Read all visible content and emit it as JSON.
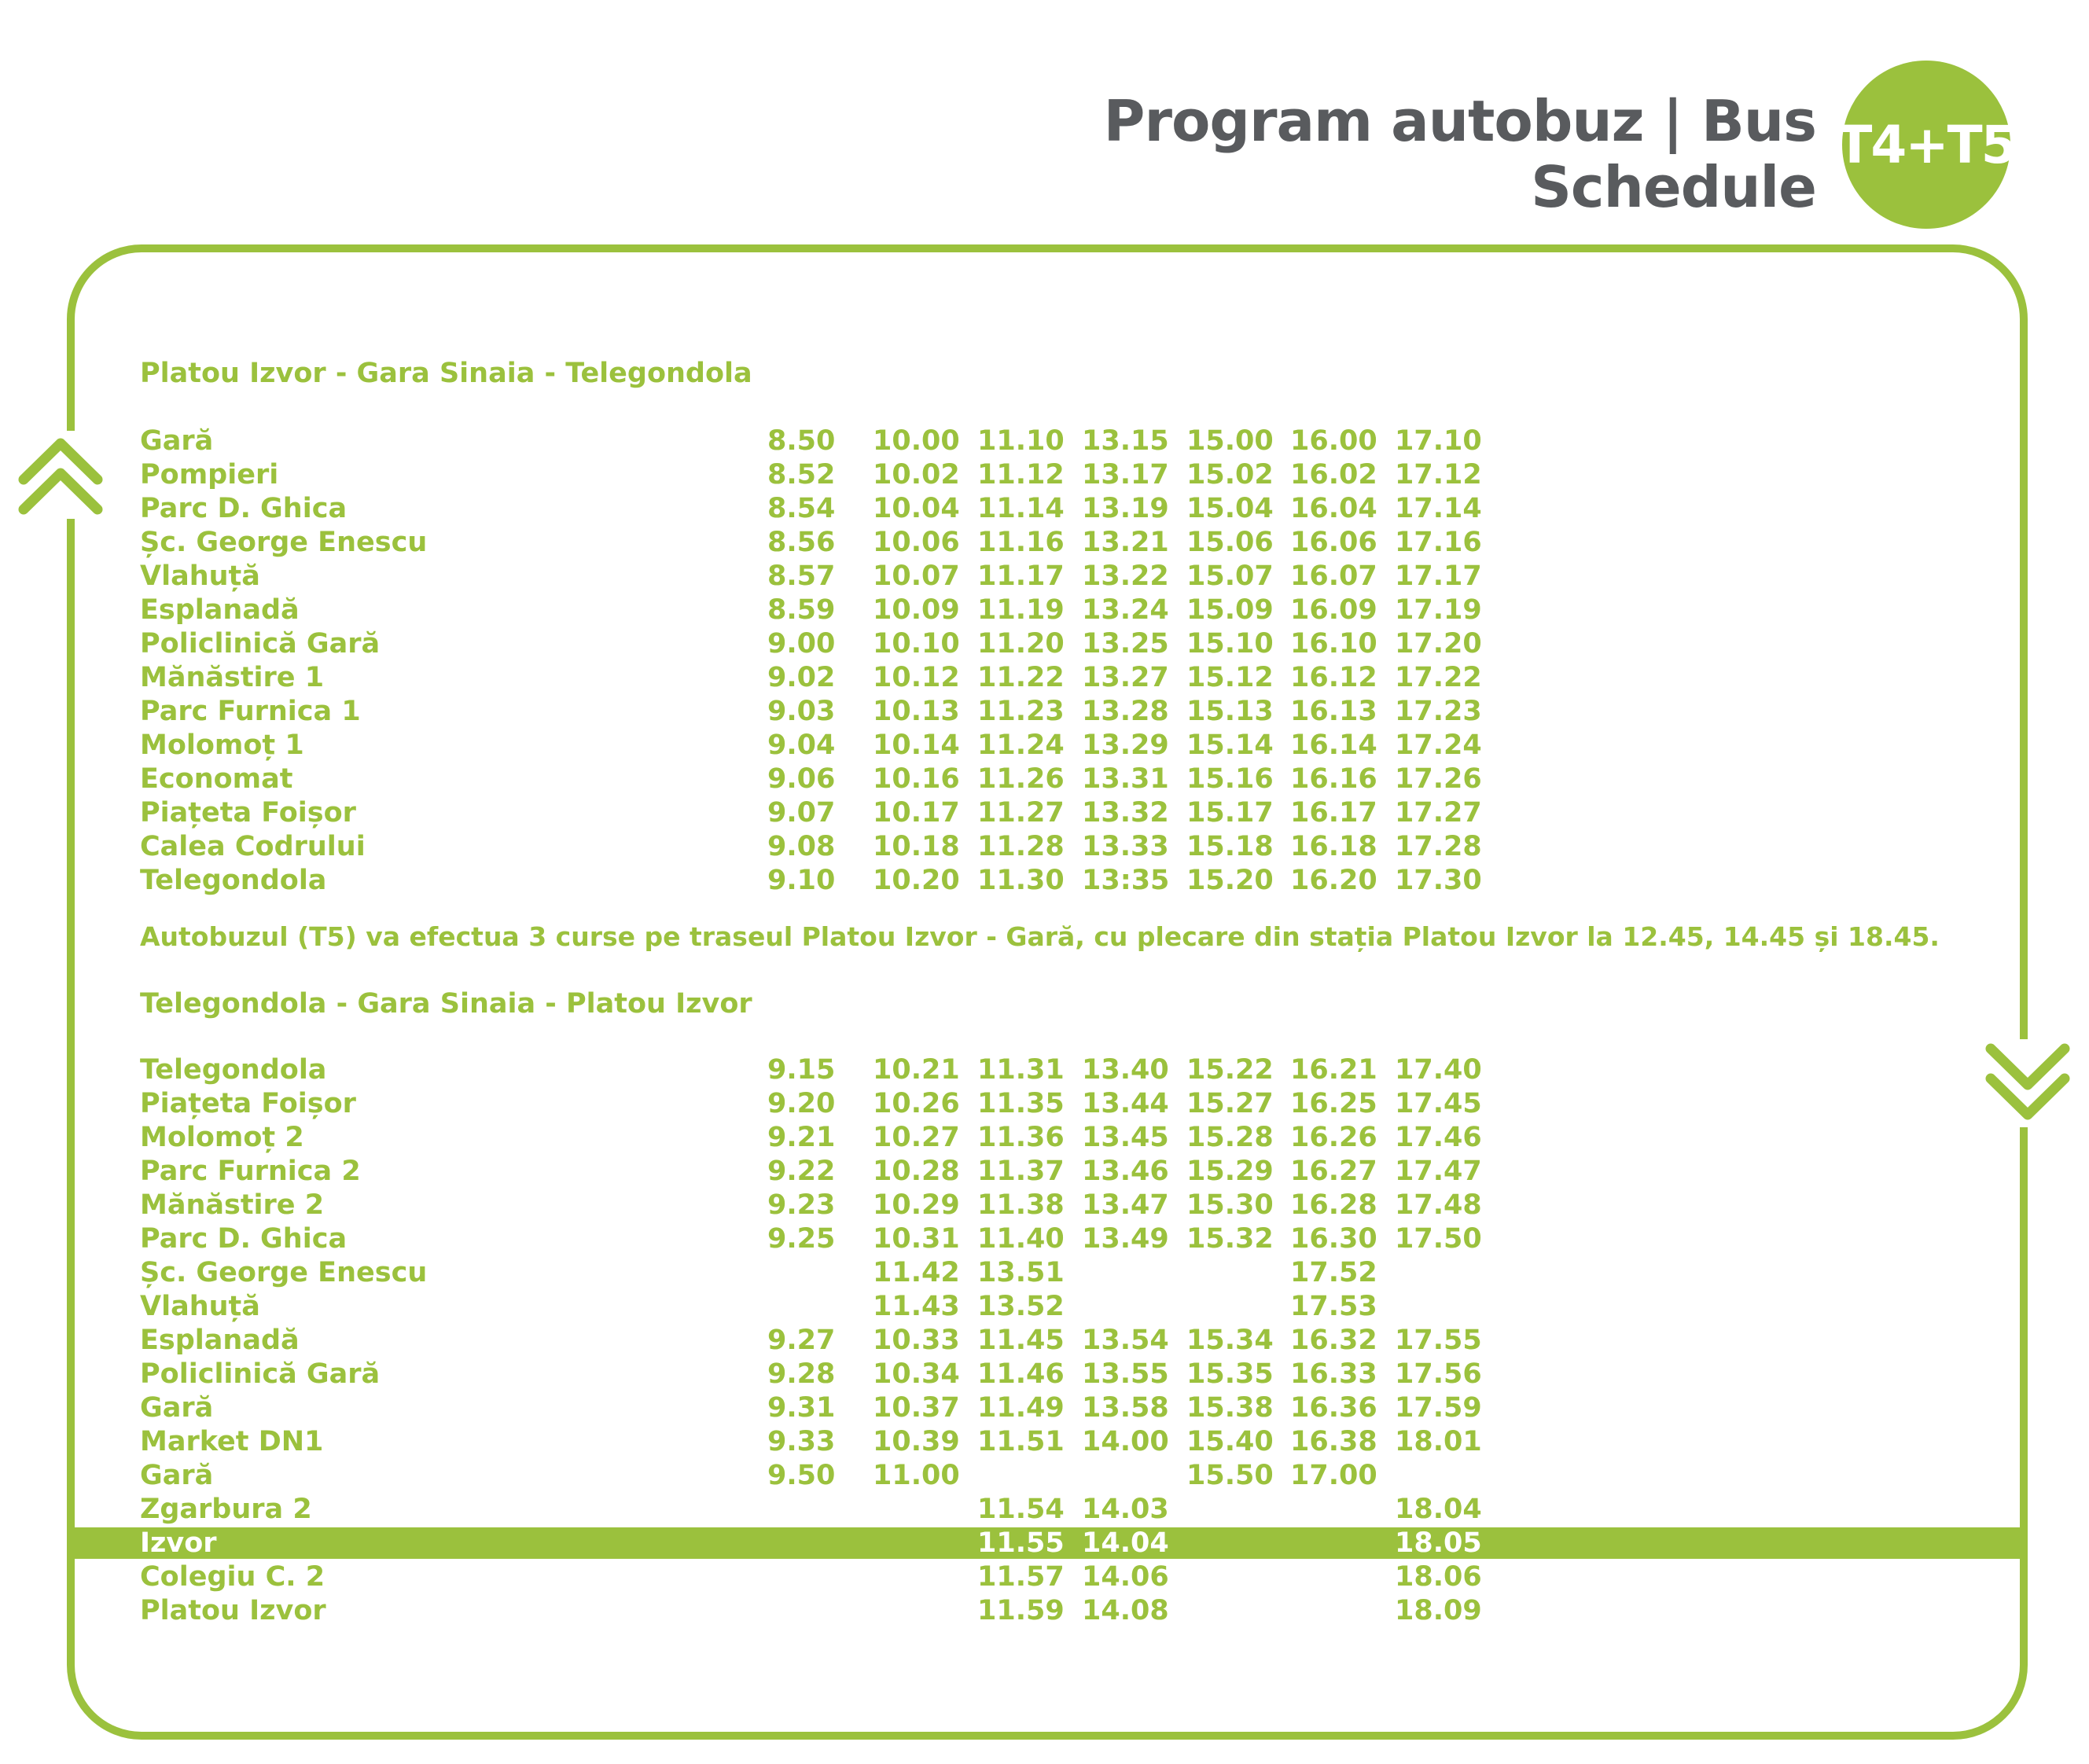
{
  "header": {
    "title": "Program autobuz | Bus Schedule",
    "badge": "T4+T5"
  },
  "colors": {
    "accent": "#9bc13d",
    "title_gray": "#595b5e",
    "background": "#ffffff"
  },
  "icons": {
    "left": "double-chevron-up-icon",
    "right": "double-chevron-down-icon"
  },
  "section1": {
    "title": "Platou Izvor - Gara Sinaia - Telegondola",
    "rows": [
      {
        "stop": "Gară",
        "times": [
          "8.50",
          "10.00",
          "11.10",
          "13.15",
          "15.00",
          "16.00",
          "17.10"
        ]
      },
      {
        "stop": "Pompieri",
        "times": [
          "8.52",
          "10.02",
          "11.12",
          "13.17",
          "15.02",
          "16.02",
          "17.12"
        ]
      },
      {
        "stop": "Parc D. Ghica",
        "times": [
          "8.54",
          "10.04",
          "11.14",
          "13.19",
          "15.04",
          "16.04",
          "17.14"
        ]
      },
      {
        "stop": "Șc. George Enescu",
        "times": [
          "8.56",
          "10.06",
          "11.16",
          "13.21",
          "15.06",
          "16.06",
          "17.16"
        ]
      },
      {
        "stop": "Vlahuță",
        "times": [
          "8.57",
          "10.07",
          "11.17",
          "13.22",
          "15.07",
          "16.07",
          "17.17"
        ]
      },
      {
        "stop": "Esplanadă",
        "times": [
          "8.59",
          "10.09",
          "11.19",
          "13.24",
          "15.09",
          "16.09",
          "17.19"
        ]
      },
      {
        "stop": "Policlinică Gară",
        "times": [
          "9.00",
          "10.10",
          "11.20",
          "13.25",
          "15.10",
          "16.10",
          "17.20"
        ]
      },
      {
        "stop": "Mănăstire 1",
        "times": [
          "9.02",
          "10.12",
          "11.22",
          "13.27",
          "15.12",
          "16.12",
          "17.22"
        ]
      },
      {
        "stop": "Parc Furnica 1",
        "times": [
          "9.03",
          "10.13",
          "11.23",
          "13.28",
          "15.13",
          "16.13",
          "17.23"
        ]
      },
      {
        "stop": "Molomoț 1",
        "times": [
          "9.04",
          "10.14",
          "11.24",
          "13.29",
          "15.14",
          "16.14",
          "17.24"
        ]
      },
      {
        "stop": "Economat",
        "times": [
          "9.06",
          "10.16",
          "11.26",
          "13.31",
          "15.16",
          "16.16",
          "17.26"
        ]
      },
      {
        "stop": "Piațeta Foișor",
        "times": [
          "9.07",
          "10.17",
          "11.27",
          "13.32",
          "15.17",
          "16.17",
          "17.27"
        ]
      },
      {
        "stop": "Calea Codrului",
        "times": [
          "9.08",
          "10.18",
          "11.28",
          "13.33",
          "15.18",
          "16.18",
          "17.28"
        ]
      },
      {
        "stop": "Telegondola",
        "times": [
          "9.10",
          "10.20",
          "11.30",
          "13:35",
          "15.20",
          "16.20",
          "17.30"
        ]
      }
    ]
  },
  "note": "Autobuzul (T5) va efectua 3 curse pe traseul Platou Izvor - Gară, cu plecare din stația Platou Izvor la 12.45, 14.45 și 18.45.",
  "section2": {
    "title": "Telegondola - Gara Sinaia - Platou Izvor",
    "rows": [
      {
        "stop": "Telegondola",
        "times": [
          "9.15",
          "10.21",
          "11.31",
          "13.40",
          "15.22",
          "16.21",
          "17.40"
        ]
      },
      {
        "stop": "Piațeta Foișor",
        "times": [
          "9.20",
          "10.26",
          "11.35",
          "13.44",
          "15.27",
          "16.25",
          "17.45"
        ]
      },
      {
        "stop": "Molomoț 2",
        "times": [
          "9.21",
          "10.27",
          "11.36",
          "13.45",
          "15.28",
          "16.26",
          "17.46"
        ]
      },
      {
        "stop": "Parc Furnica 2",
        "times": [
          "9.22",
          "10.28",
          "11.37",
          "13.46",
          "15.29",
          "16.27",
          "17.47"
        ]
      },
      {
        "stop": "Mănăstire 2",
        "times": [
          "9.23",
          "10.29",
          "11.38",
          "13.47",
          "15.30",
          "16.28",
          "17.48"
        ]
      },
      {
        "stop": "Parc D. Ghica",
        "times": [
          "9.25",
          "10.31",
          "11.40",
          "13.49",
          "15.32",
          "16.30",
          "17.50"
        ]
      },
      {
        "stop": "Șc. George Enescu",
        "times": [
          "",
          "11.42",
          "13.51",
          "",
          "",
          "17.52",
          ""
        ]
      },
      {
        "stop": "Vlahuță",
        "times": [
          "",
          "11.43",
          "13.52",
          "",
          "",
          "17.53",
          ""
        ]
      },
      {
        "stop": "Esplanadă",
        "times": [
          "9.27",
          "10.33",
          "11.45",
          "13.54",
          "15.34",
          "16.32",
          "17.55"
        ]
      },
      {
        "stop": "Policlinică Gară",
        "times": [
          "9.28",
          "10.34",
          "11.46",
          "13.55",
          "15.35",
          "16.33",
          "17.56"
        ]
      },
      {
        "stop": "Gară",
        "times": [
          "9.31",
          "10.37",
          "11.49",
          "13.58",
          "15.38",
          "16.36",
          "17.59"
        ]
      },
      {
        "stop": "Market DN1",
        "times": [
          "9.33",
          "10.39",
          "11.51",
          "14.00",
          "15.40",
          "16.38",
          "18.01"
        ]
      },
      {
        "stop": "Gară",
        "times": [
          "9.50",
          "11.00",
          "",
          "",
          "15.50",
          "17.00",
          ""
        ]
      },
      {
        "stop": "Zgarbura 2",
        "times": [
          "",
          "",
          "11.54",
          "14.03",
          "",
          "",
          "18.04"
        ]
      },
      {
        "stop": "Izvor",
        "times": [
          "",
          "",
          "11.55",
          "14.04",
          "",
          "",
          "18.05"
        ],
        "highlight": true
      },
      {
        "stop": "Colegiu C. 2",
        "times": [
          "",
          "",
          "11.57",
          "14.06",
          "",
          "",
          "18.06"
        ]
      },
      {
        "stop": "Platou Izvor",
        "times": [
          "",
          "",
          "11.59",
          "14.08",
          "",
          "",
          "18.09"
        ]
      }
    ]
  }
}
